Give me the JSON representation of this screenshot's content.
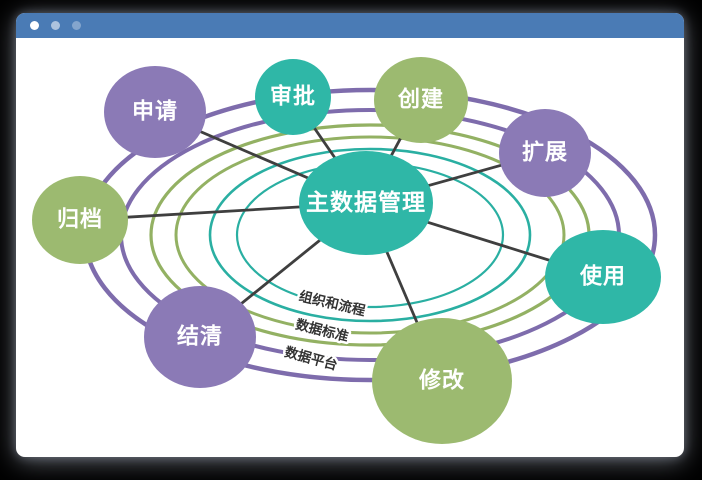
{
  "window": {
    "titlebar_color": "#4a7bb5",
    "controls": {
      "names": [
        "window-dot-1",
        "window-dot-2",
        "window-dot-3"
      ]
    }
  },
  "colors": {
    "teal": "#2fb7a7",
    "green": "#9cba70",
    "purple": "#8b7ab6",
    "ring_teal": "#2aafa2",
    "ring_green": "#93b163",
    "ring_purple": "#7e6cac",
    "spoke": "#3f3f3f",
    "node_text": "#ffffff",
    "ring_label_text": "#333333"
  },
  "diagram": {
    "center": {
      "label": "主数据管理",
      "color": "#2fb7a7"
    },
    "nodes": [
      {
        "label": "申请",
        "color": "#8b7ab6"
      },
      {
        "label": "审批",
        "color": "#2fb7a7"
      },
      {
        "label": "创建",
        "color": "#9cba70"
      },
      {
        "label": "扩展",
        "color": "#8b7ab6"
      },
      {
        "label": "使用",
        "color": "#2fb7a7"
      },
      {
        "label": "修改",
        "color": "#9cba70"
      },
      {
        "label": "结清",
        "color": "#8b7ab6"
      },
      {
        "label": "归档",
        "color": "#9cba70"
      }
    ],
    "rings": [
      {
        "label": "组织和流程",
        "color": "#2aafa2"
      },
      {
        "label": "数据标准",
        "color": "#93b163"
      },
      {
        "label": "数据平台",
        "color": "#7e6cac"
      }
    ]
  }
}
